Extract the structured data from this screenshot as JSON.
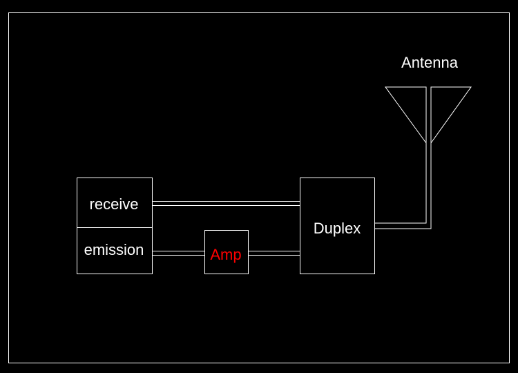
{
  "diagram": {
    "labels": {
      "antenna": "Antenna",
      "receive": "receive",
      "emission": "emission",
      "amp": "Amp",
      "duplex": "Duplex"
    },
    "colors": {
      "background": "#000000",
      "line": "#ffffff",
      "text": "#ffffff",
      "amp_text": "#ff0000"
    }
  }
}
